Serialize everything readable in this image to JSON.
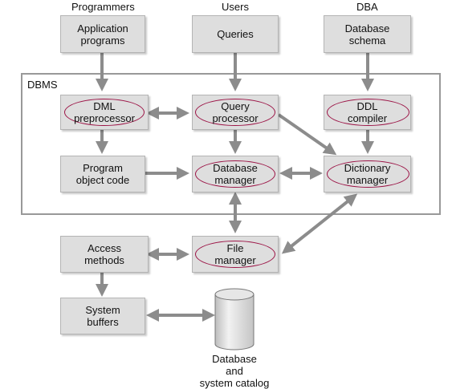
{
  "groups": {
    "programmers": "Programmers",
    "users": "Users",
    "dba": "DBA",
    "dbms": "DBMS"
  },
  "boxes": {
    "application_programs": [
      "Application",
      "programs"
    ],
    "queries": [
      "Queries"
    ],
    "database_schema": [
      "Database",
      "schema"
    ],
    "dml_preprocessor": [
      "DML",
      "preprocessor"
    ],
    "query_processor": [
      "Query",
      "processor"
    ],
    "ddl_compiler": [
      "DDL",
      "compiler"
    ],
    "program_object_code": [
      "Program",
      "object code"
    ],
    "database_manager": [
      "Database",
      "manager"
    ],
    "dictionary_manager": [
      "Dictionary",
      "manager"
    ],
    "access_methods": [
      "Access",
      "methods"
    ],
    "file_manager": [
      "File",
      "manager"
    ],
    "system_buffers": [
      "System",
      "buffers"
    ]
  },
  "storage": {
    "database_catalog": [
      "Database",
      "and",
      "system catalog"
    ]
  },
  "colors": {
    "box_fill": "#dedede",
    "box_border": "#b4b4b4",
    "arrow": "#8c8c8c",
    "highlight_ellipse": "#9c1446",
    "dbms_frame": "#999999"
  }
}
